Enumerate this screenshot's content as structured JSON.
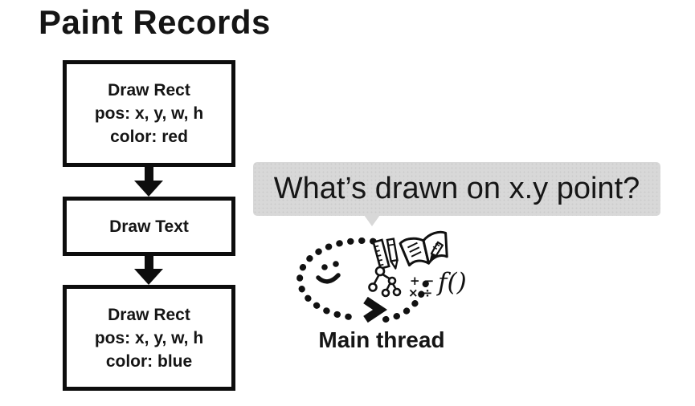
{
  "title": "Paint Records",
  "flowchart": {
    "boxes": [
      {
        "lines": [
          "Draw Rect",
          "pos: x, y, w, h",
          "color: red"
        ]
      },
      {
        "lines": [
          "Draw Text"
        ]
      },
      {
        "lines": [
          "Draw Rect",
          "pos: x, y, w, h",
          "color: blue"
        ]
      }
    ]
  },
  "speech_bubble": {
    "text": "What’s drawn on x.y point?",
    "bg_color": "#d8d8d8",
    "text_color": "#161616"
  },
  "doodle": {
    "label": "Main thread",
    "math_row1": "+ −",
    "math_row2": "× ÷",
    "function_text": "f()",
    "icons": [
      "dotted-loop-icon",
      "smiley-face-icon",
      "arrowhead-icon",
      "ruler-icon",
      "pencil-icon",
      "open-book-icon",
      "node-tree-icon",
      "math-symbols-icon",
      "function-notation-icon"
    ]
  },
  "colors": {
    "ink": "#111111",
    "box_border": "#0d0d0d",
    "background": "#ffffff"
  }
}
